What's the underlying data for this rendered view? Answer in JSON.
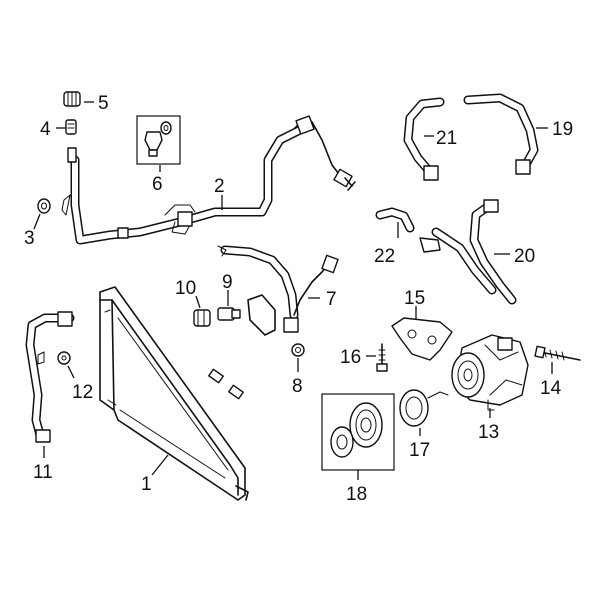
{
  "callouts": [
    {
      "id": "1",
      "text": "1"
    },
    {
      "id": "2",
      "text": "2"
    },
    {
      "id": "3",
      "text": "3"
    },
    {
      "id": "4",
      "text": "4"
    },
    {
      "id": "5",
      "text": "5"
    },
    {
      "id": "6",
      "text": "6"
    },
    {
      "id": "7",
      "text": "7"
    },
    {
      "id": "8",
      "text": "8"
    },
    {
      "id": "9",
      "text": "9"
    },
    {
      "id": "10",
      "text": "10"
    },
    {
      "id": "11",
      "text": "11"
    },
    {
      "id": "12",
      "text": "12"
    },
    {
      "id": "13",
      "text": "13"
    },
    {
      "id": "14",
      "text": "14"
    },
    {
      "id": "15",
      "text": "15"
    },
    {
      "id": "16",
      "text": "16"
    },
    {
      "id": "17",
      "text": "17"
    },
    {
      "id": "18",
      "text": "18"
    },
    {
      "id": "19",
      "text": "19"
    },
    {
      "id": "20",
      "text": "20"
    },
    {
      "id": "21",
      "text": "21"
    },
    {
      "id": "22",
      "text": "22"
    }
  ],
  "colors": {
    "line": "#111111",
    "background": "#ffffff"
  }
}
